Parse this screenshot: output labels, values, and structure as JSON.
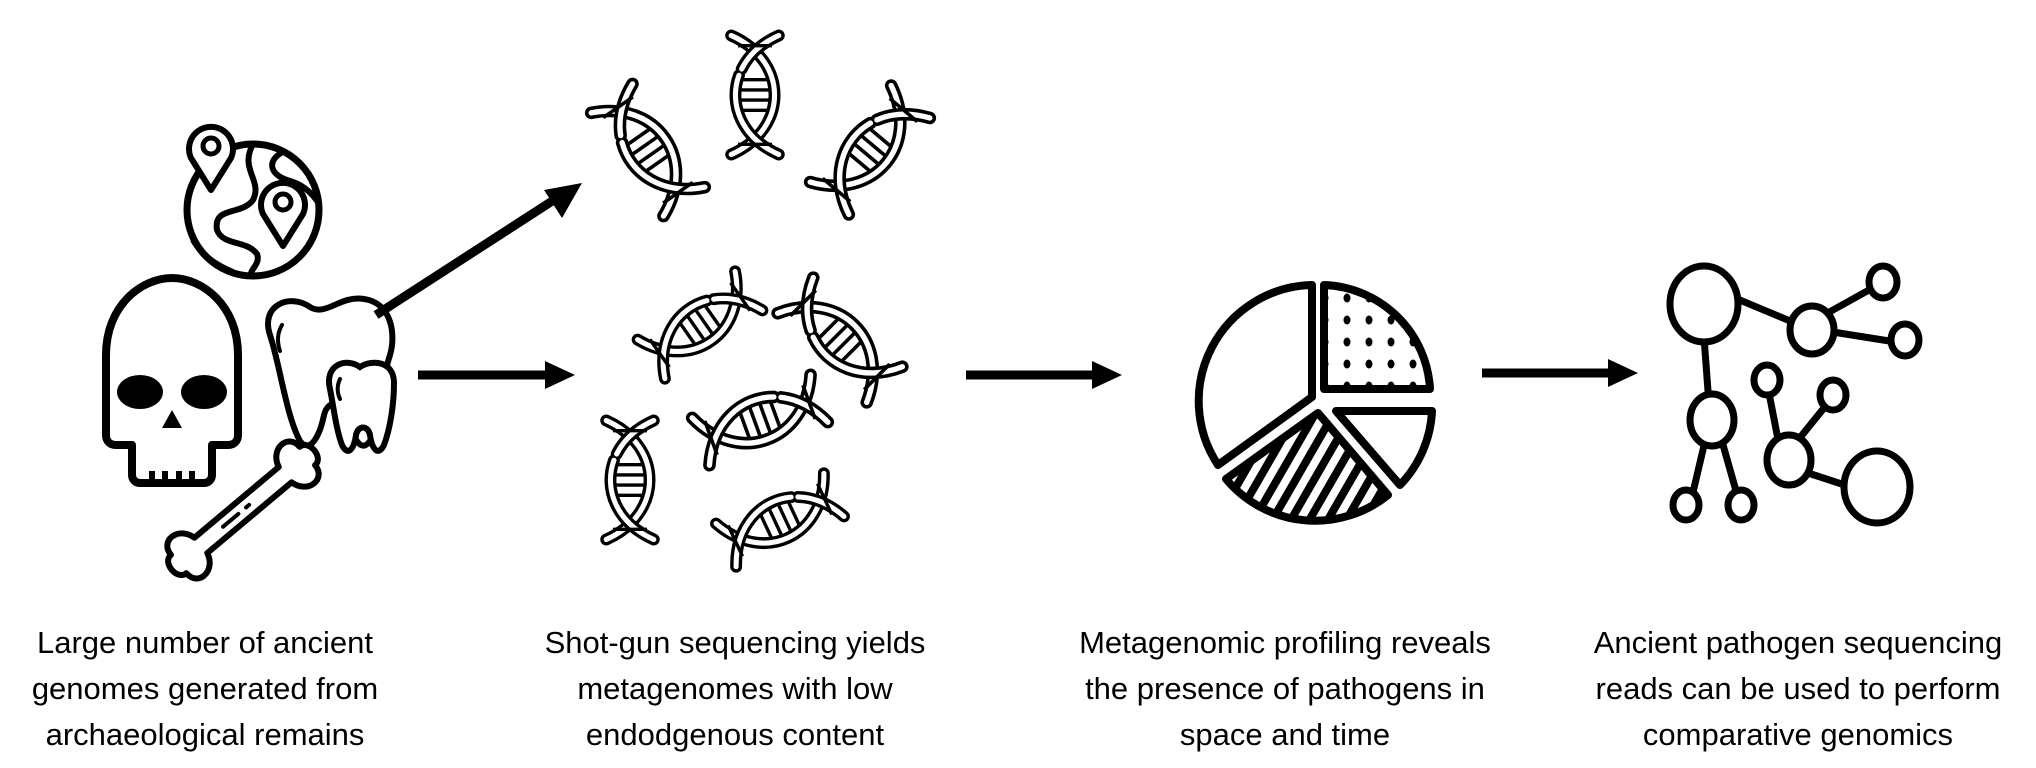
{
  "diagram": {
    "stages": [
      {
        "id": "remains",
        "icons": [
          "globe-with-pins-icon",
          "skull-icon",
          "teeth-icon",
          "bone-icon"
        ],
        "caption": [
          "Large number of ancient",
          "genomes generated from",
          "archaeological remains"
        ]
      },
      {
        "id": "sequencing",
        "icons": [
          "dna-helix-icon"
        ],
        "caption": [
          "Shot-gun sequencing yields",
          "metagenomes with low",
          "endodgenous content"
        ]
      },
      {
        "id": "profiling",
        "icons": [
          "pie-chart-icon"
        ],
        "caption": [
          "Metagenomic profiling reveals",
          "the presence of pathogens in",
          "space and time"
        ]
      },
      {
        "id": "comparative",
        "icons": [
          "network-graph-icon"
        ],
        "caption": [
          "Ancient pathogen sequencing",
          "reads can be used to perform",
          "comparative genomics"
        ]
      }
    ],
    "arrows": [
      {
        "from": "remains",
        "to": "sequencing-top"
      },
      {
        "from": "remains",
        "to": "sequencing-cluster"
      },
      {
        "from": "sequencing",
        "to": "profiling"
      },
      {
        "from": "profiling",
        "to": "comparative"
      }
    ],
    "colors": {
      "ink": "#000000",
      "background": "#ffffff"
    }
  }
}
